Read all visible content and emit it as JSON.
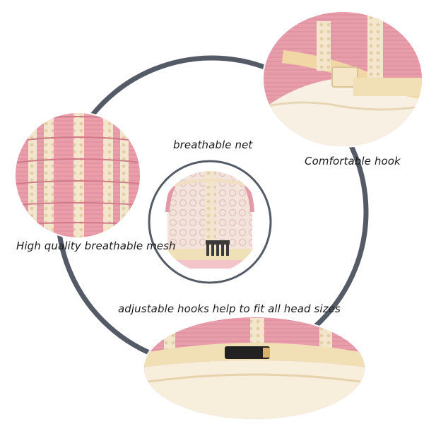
{
  "captions": {
    "breathable_net": "breathable net",
    "comfortable_hook": "Comfortable hook",
    "mesh": "High quality breathable mesh",
    "adjustable": "adjustable hooks help to fit all head sizes"
  },
  "colors": {
    "ring": "#555b66",
    "pink_hair": "#e49aa6",
    "lace": "#f3e6cc",
    "band": "#efe0b8",
    "black": "#222222"
  }
}
